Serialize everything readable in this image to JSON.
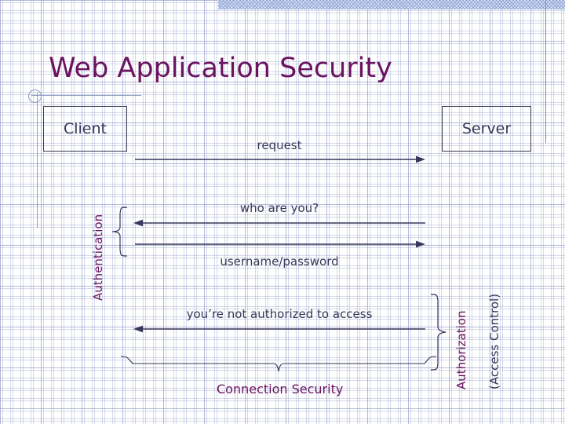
{
  "slide": {
    "title": "Web Application Security",
    "title_color": "#6b1360",
    "background_color": "#ffffff",
    "grid_color": "#96a0c8",
    "accent_navy": "#37375a"
  },
  "diagram": {
    "nodes": [
      {
        "id": "client",
        "label": "Client"
      },
      {
        "id": "server",
        "label": "Server"
      }
    ],
    "messages": [
      {
        "id": "request",
        "label": "request",
        "direction": "right"
      },
      {
        "id": "who-are-you",
        "label": "who are you?",
        "direction": "left"
      },
      {
        "id": "credentials",
        "label": "username/password",
        "direction": "right"
      },
      {
        "id": "denied",
        "label": "you’re not authorized to access",
        "direction": "left"
      }
    ],
    "groups": [
      {
        "id": "authentication",
        "label": "Authentication",
        "side": "left",
        "color": "#6b1360"
      },
      {
        "id": "authorization",
        "label": "Authorization",
        "side": "right",
        "color": "#6b1360"
      },
      {
        "id": "access-control",
        "label": "(Access Control)",
        "side": "right",
        "color": "#37375a"
      },
      {
        "id": "connection-security",
        "label": "Connection Security",
        "side": "bottom",
        "color": "#6b1360"
      }
    ]
  }
}
